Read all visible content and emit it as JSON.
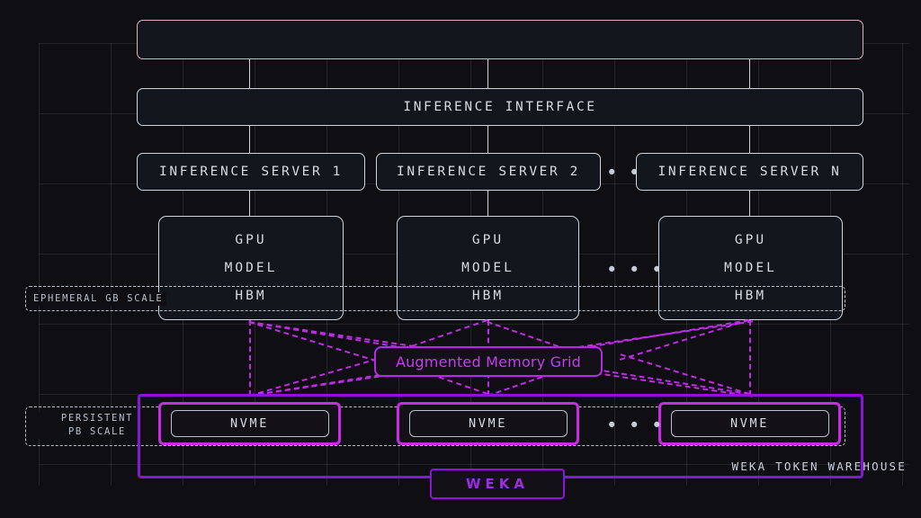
{
  "diagram": {
    "title": "WEKA Augmented Memory Grid inference architecture",
    "background_color": "#0e0e13"
  },
  "top_box": {
    "label": ""
  },
  "interface": {
    "label": "INFERENCE INTERFACE"
  },
  "servers": [
    {
      "label": "INFERENCE SERVER 1"
    },
    {
      "label": "INFERENCE SERVER 2"
    },
    {
      "label": "INFERENCE SERVER N"
    }
  ],
  "gpus": [
    {
      "gpu": "GPU",
      "model": "MODEL",
      "hbm": "HBM"
    },
    {
      "gpu": "GPU",
      "model": "MODEL",
      "hbm": "HBM"
    },
    {
      "gpu": "GPU",
      "model": "MODEL",
      "hbm": "HBM"
    }
  ],
  "ellipsis": {
    "glyph": "• • •"
  },
  "scales": {
    "ephemeral": "EPHEMERAL GB SCALE",
    "persistent_line1": "PERSISTENT",
    "persistent_line2": "PB SCALE"
  },
  "memory_grid": {
    "label": "Augmented Memory Grid"
  },
  "storage": [
    {
      "label": "NVME"
    },
    {
      "label": "NVME"
    },
    {
      "label": "NVME"
    }
  ],
  "warehouse": {
    "label": "WEKA TOKEN WAREHOUSE"
  },
  "brand": {
    "label": "WEKA"
  },
  "colors": {
    "background": "#0e0e13",
    "box_fill": "#14161d",
    "stroke_light": "#cfd4de",
    "stroke_rose": "#d9b6bf",
    "accent_magenta": "#c22ae8",
    "accent_purple": "#8b14d8",
    "grid_line": "rgba(210,215,230,0.11)"
  }
}
